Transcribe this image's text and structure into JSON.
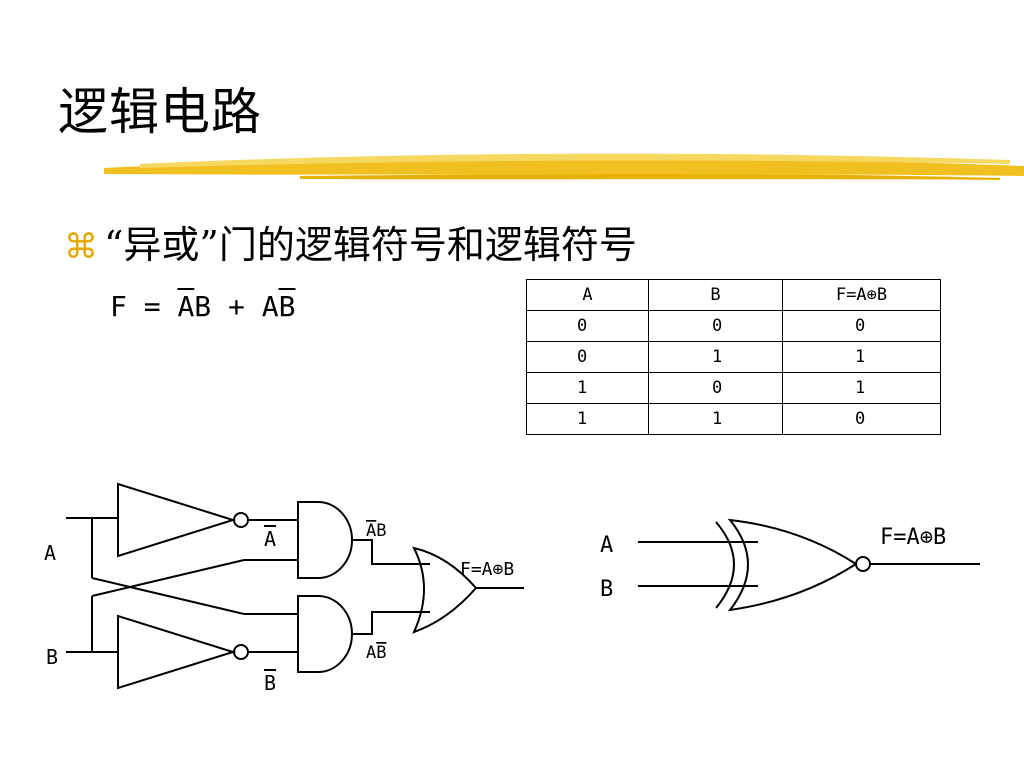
{
  "slide": {
    "title": "逻辑电路",
    "bullet": "“异或”门的逻辑符号和逻辑符号",
    "bullet_icon": "command-icon",
    "accent_color": "#f0c020"
  },
  "formula": {
    "lhs": "F",
    "eq": "=",
    "term1_over": "A",
    "term1_plain": "B",
    "plus": "+",
    "term2_plain": "A",
    "term2_over": "B"
  },
  "truth_table": {
    "headers": [
      "A",
      "B",
      "F=A⊕B"
    ],
    "rows": [
      [
        "0",
        "0",
        "0"
      ],
      [
        "0",
        "1",
        "1"
      ],
      [
        "1",
        "0",
        "1"
      ],
      [
        "1",
        "1",
        "0"
      ]
    ]
  },
  "circuit": {
    "input_a": "A",
    "input_b": "B",
    "not_a": "A",
    "not_b": "B",
    "and1_out_over": "A",
    "and1_out_plain": "B",
    "and2_out_plain": "A",
    "and2_out_over": "B",
    "output": "F=A⊕B"
  },
  "symbol": {
    "input_a": "A",
    "input_b": "B",
    "output": "F=A⊕B"
  }
}
